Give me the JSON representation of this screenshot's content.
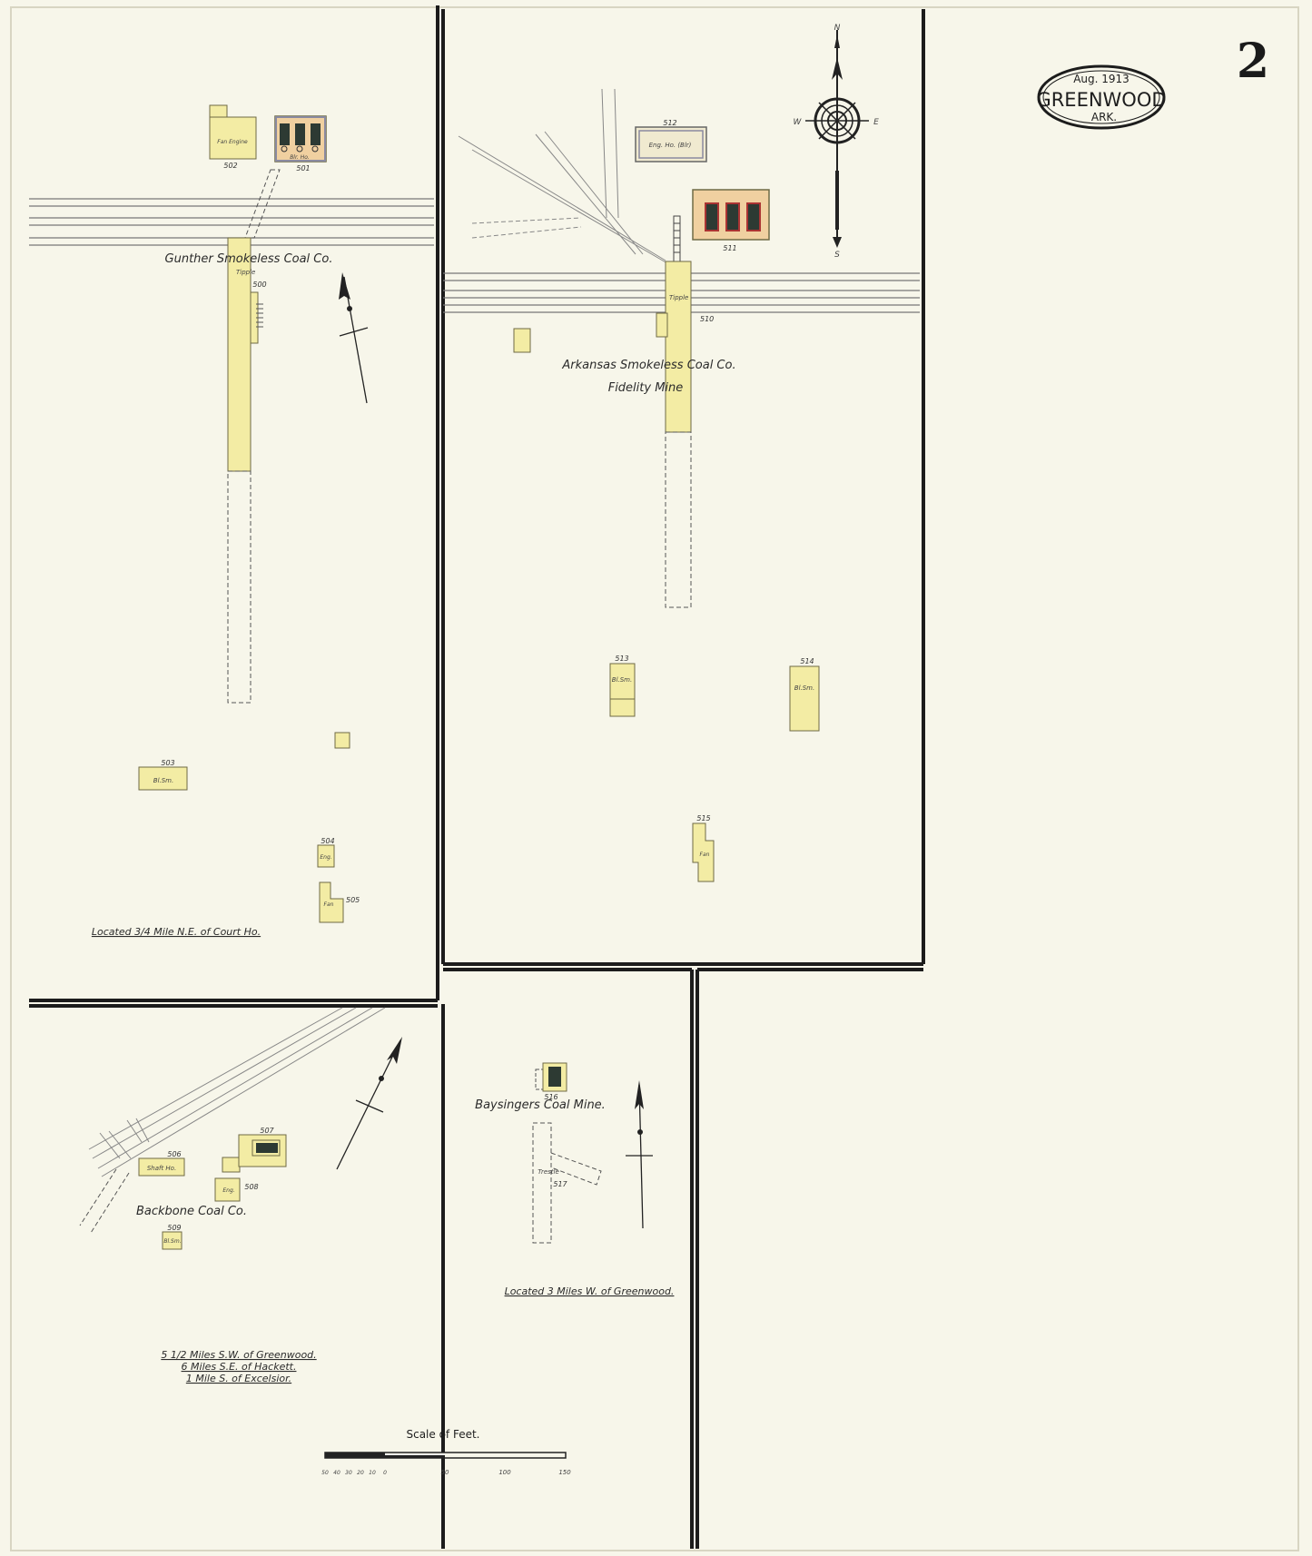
{
  "header": {
    "date": "Aug. 1913",
    "city": "Greenwood",
    "state": "Ark.",
    "sheet_number": "2"
  },
  "compass": {
    "n": "N",
    "s": "S",
    "e": "E",
    "w": "W"
  },
  "panel_a": {
    "company": "Gunther Smokeless Coal Co.",
    "tipple": "Tipple",
    "location": "Located 3/4 Mile N.E. of Court Ho.",
    "bldg_502": "502",
    "bldg_502_label": "Fan Engine",
    "bldg_501": "501",
    "bldg_501_label": "Blr. Ho.",
    "bldg_500": "500",
    "bldg_503": "503",
    "bldg_503_label": "Bl.Sm.",
    "bldg_504": "504",
    "bldg_504_label": "Eng.",
    "bldg_505": "505",
    "bldg_505_label": "Fan"
  },
  "panel_b": {
    "company": "Arkansas Smokeless Coal Co.",
    "mine": "Fidelity Mine",
    "tipple": "Tipple",
    "bldg_512": "512",
    "bldg_512_label": "Eng. Ho. (Blr)",
    "bldg_511": "511",
    "bldg_510": "510",
    "bldg_513": "513",
    "bldg_513_label": "Bl.Sm.",
    "bldg_514": "514",
    "bldg_514_label": "Bl.Sm.",
    "bldg_515": "515",
    "bldg_515_label": "Fan"
  },
  "panel_c": {
    "company": "Backbone Coal Co.",
    "bldg_506": "506",
    "bldg_506_label": "Shaft Ho.",
    "bldg_507": "507",
    "bldg_508": "508",
    "bldg_508_label": "Eng.",
    "bldg_509": "509",
    "bldg_509_label": "Bl.Sm.",
    "location_line1": "5 1/2 Miles S.W. of Greenwood.",
    "location_line2": "6 Miles S.E. of Hackett.",
    "location_line3": "1 Mile S. of Excelsior."
  },
  "panel_d": {
    "company": "Baysingers Coal Mine.",
    "trestle": "Trestle",
    "bldg_516": "516",
    "bldg_517": "517",
    "location": "Located 3 Miles W. of Greenwood."
  },
  "scale": {
    "title": "Scale of Feet.",
    "ticks": [
      "50",
      "40",
      "30",
      "20",
      "10",
      "0",
      "50",
      "100",
      "150"
    ]
  },
  "colors": {
    "paper": "#f7f6ea",
    "frame_line": "#1c1c1c",
    "building_fill": "#f3eca4",
    "building_stroke": "#6f6a45",
    "boiler_fill": "#f0d0a0",
    "stone_fill": "#2d3a33"
  }
}
